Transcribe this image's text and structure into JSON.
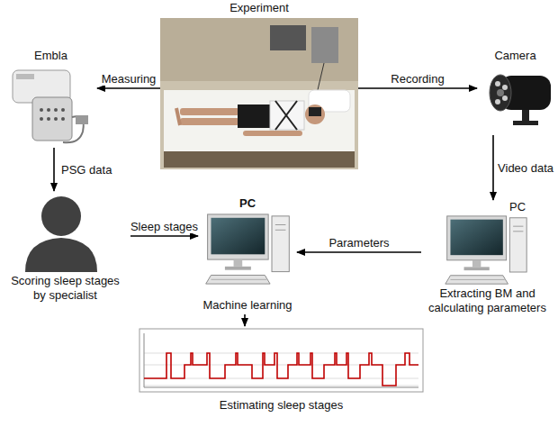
{
  "diagram": {
    "nodes": [
      {
        "text": [
          "Experiment"
        ]
      },
      {
        "text": [
          "Embla"
        ]
      },
      {
        "text": [
          "Camera"
        ]
      },
      {
        "text": [
          "Scoring sleep stages by specialist"
        ]
      },
      {
        "text": [
          "PC",
          "Machine learning"
        ]
      },
      {
        "text": [
          "PC",
          "Extracting BM and calculating parameters"
        ]
      },
      {
        "text": [
          "Estimating sleep stages"
        ]
      }
    ],
    "edges": [
      {
        "from": 0,
        "to": 1,
        "label": "Measuring",
        "arrow": "to"
      },
      {
        "from": 0,
        "to": 2,
        "label": "Recording",
        "arrow": "to"
      },
      {
        "from": 1,
        "to": 3,
        "label": "PSG data",
        "arrow": "to"
      },
      {
        "from": 2,
        "to": 5,
        "label": "Video data",
        "arrow": "to"
      },
      {
        "from": 3,
        "to": 4,
        "label": "Sleep stages",
        "arrow": "to"
      },
      {
        "from": 5,
        "to": 4,
        "label": "Parameters",
        "arrow": "to"
      },
      {
        "from": 4,
        "to": 6,
        "arrow": "to"
      }
    ]
  }
}
